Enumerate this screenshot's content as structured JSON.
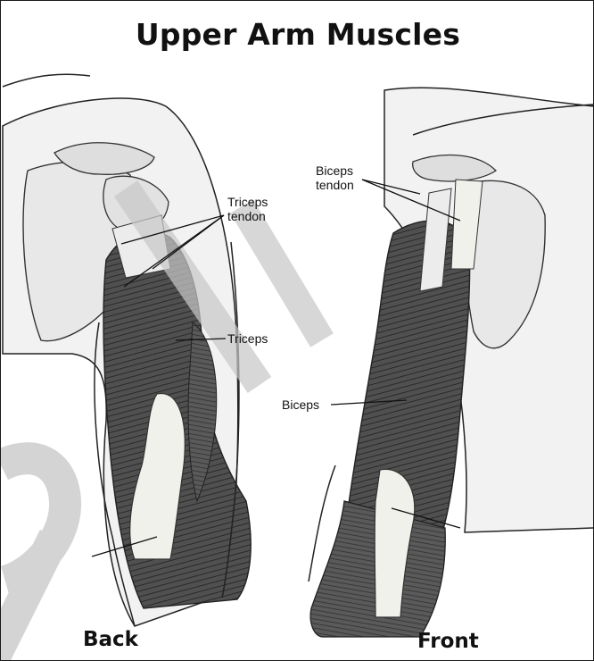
{
  "title": "Upper Arm Muscles",
  "labels": {
    "triceps_tendon_line1": "Triceps",
    "triceps_tendon_line2": "tendon",
    "triceps": "Triceps",
    "biceps_tendon_line1": "Biceps",
    "biceps_tendon_line2": "tendon",
    "biceps": "Biceps"
  },
  "views": {
    "back": "Back",
    "front": "Front"
  },
  "watermark": "PLE",
  "colors": {
    "skin_fill": "#f2f2f2",
    "muscle_dark": "#4a4a4a",
    "tendon_light": "#f1f1ec",
    "watermark": "#d8d8d8"
  }
}
